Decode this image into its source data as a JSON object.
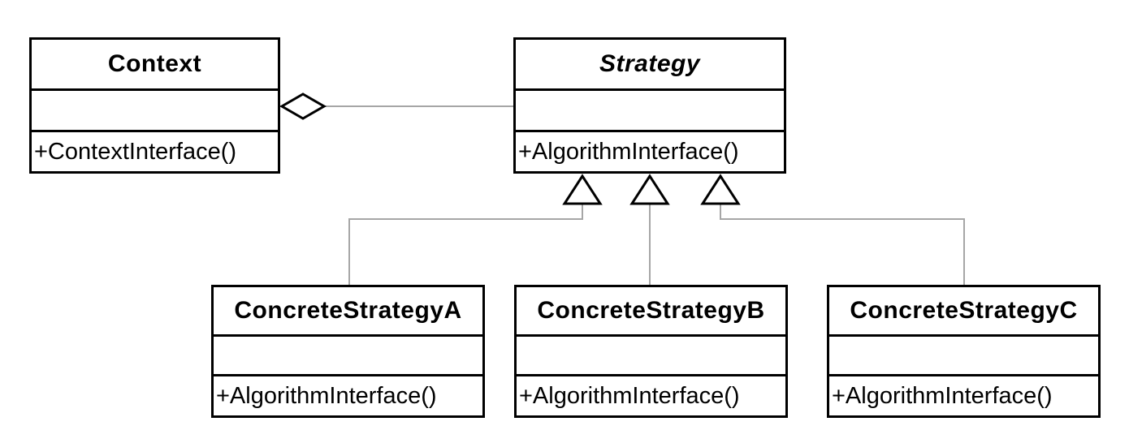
{
  "diagram_type": "uml-class-diagram",
  "colors": {
    "border": "#000000",
    "connector": "#a6a6a6",
    "background": "#ffffff"
  },
  "classes": {
    "context": {
      "name": "Context",
      "abstract": false,
      "attributes": "",
      "methods": "+ContextInterface()"
    },
    "strategy": {
      "name": "Strategy",
      "abstract": true,
      "attributes": "",
      "methods": "+AlgorithmInterface()"
    },
    "concrete_a": {
      "name": "ConcreteStrategyA",
      "abstract": false,
      "attributes": "",
      "methods": "+AlgorithmInterface()"
    },
    "concrete_b": {
      "name": "ConcreteStrategyB",
      "abstract": false,
      "attributes": "",
      "methods": "+AlgorithmInterface()"
    },
    "concrete_c": {
      "name": "ConcreteStrategyC",
      "abstract": false,
      "attributes": "",
      "methods": "+AlgorithmInterface()"
    }
  },
  "relationships": [
    {
      "type": "aggregation",
      "from": "Context",
      "to": "Strategy"
    },
    {
      "type": "inheritance",
      "from": "ConcreteStrategyA",
      "to": "Strategy"
    },
    {
      "type": "inheritance",
      "from": "ConcreteStrategyB",
      "to": "Strategy"
    },
    {
      "type": "inheritance",
      "from": "ConcreteStrategyC",
      "to": "Strategy"
    }
  ]
}
